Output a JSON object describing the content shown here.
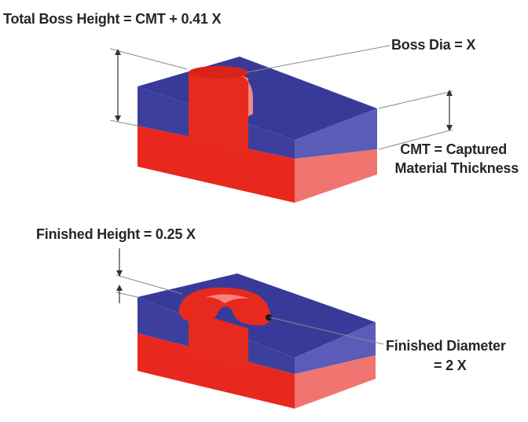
{
  "colors": {
    "top_face": "#383a9a",
    "side_blue": "#5a5cb8",
    "front_blue": "#3d3f9e",
    "red_front": "#e8281e",
    "red_side": "#f07570",
    "boss_red": "#e62a1e",
    "leader": "#8a8a8a"
  },
  "top_diagram": {
    "total_height_label": "Total Boss Height = CMT + 0.41 X",
    "boss_dia_label": "Boss Dia = X",
    "cmt_label_line1": "CMT = Captured",
    "cmt_label_line2": "Material Thickness"
  },
  "bottom_diagram": {
    "finished_height_label": "Finished Height = 0.25 X",
    "finished_diameter_line1": "Finished Diameter",
    "finished_diameter_line2": "= 2 X"
  }
}
